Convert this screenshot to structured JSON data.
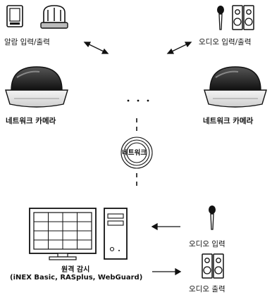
{
  "alarm": {
    "label": "알람 입력/출력"
  },
  "audio_top": {
    "label": "오디오 입력/출력"
  },
  "camera_left": {
    "label": "네트워크 카메라"
  },
  "camera_right": {
    "label": "네트워크 카메라"
  },
  "network": {
    "label": "네트워크"
  },
  "remote": {
    "title": "원격 감시",
    "subtitle": "(iNEX Basic, RASplus, WebGuard)"
  },
  "audio_in": {
    "label": "오디오 입력"
  },
  "audio_out": {
    "label": "오디오 출력"
  },
  "colors": {
    "line": "#111111",
    "device_gray": "#9a9a9a",
    "dome_dark": "#2a2a2a"
  }
}
